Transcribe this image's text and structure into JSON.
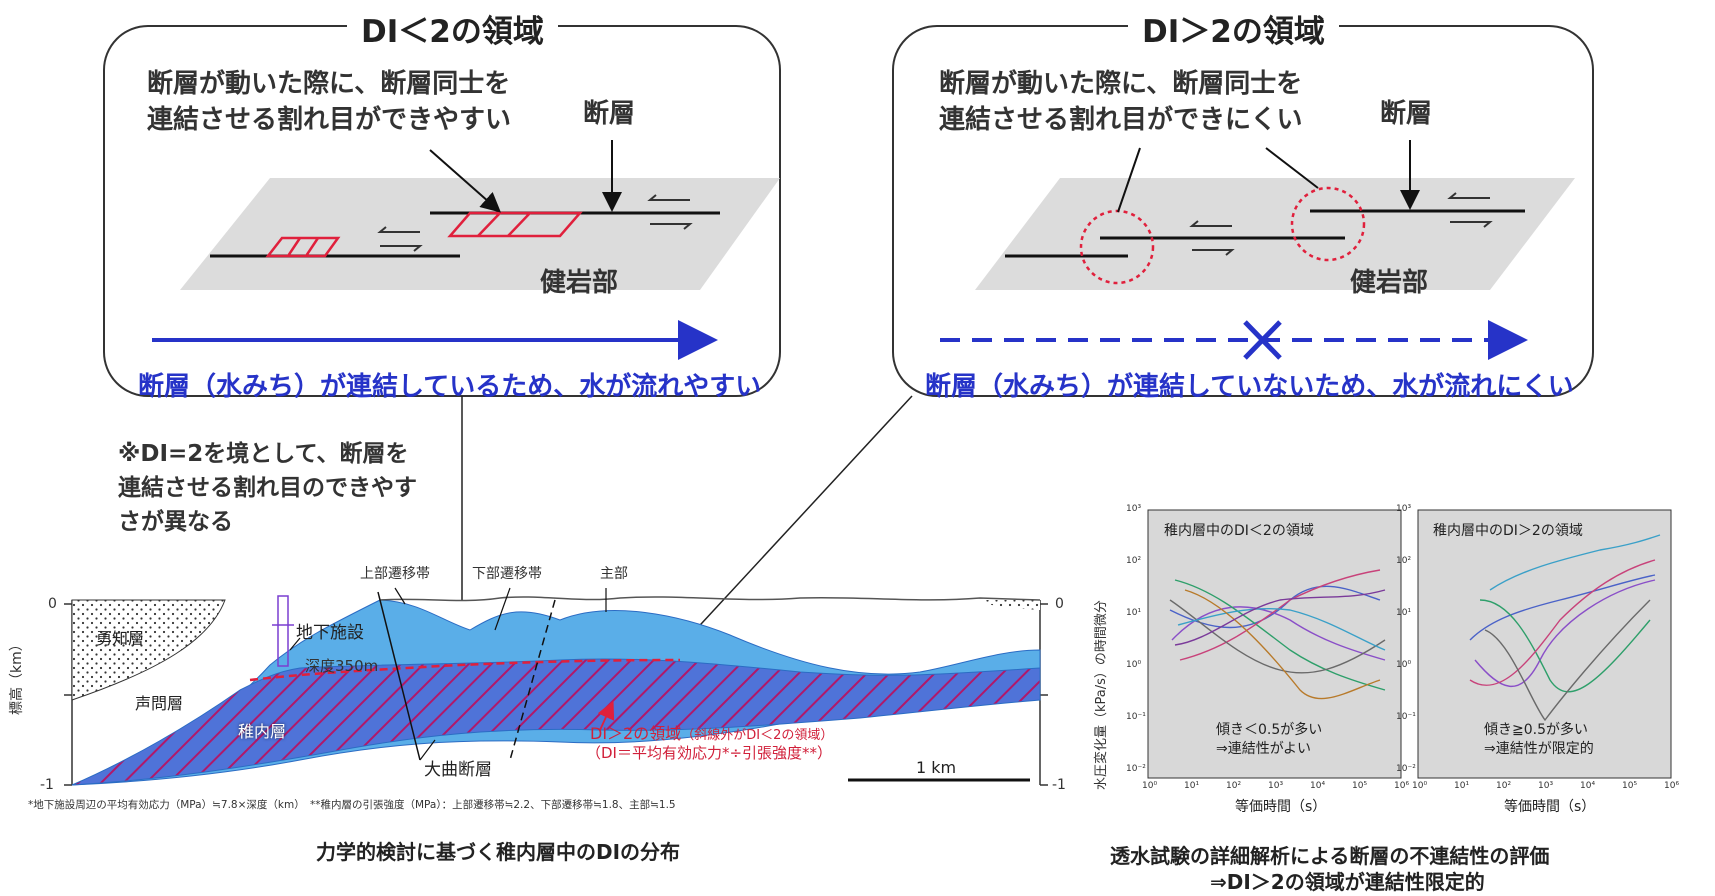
{
  "left_panel": {
    "title": "DI＜2の領域",
    "line1": "断層が動いた際に、断層同士を",
    "line2": "連結させる割れ目ができやすい",
    "fault_label": "断層",
    "rock_label": "健岩部",
    "flow_text": "断層（水みち）が連結しているため、水が流れやすい"
  },
  "right_panel": {
    "title": "DI＞2の領域",
    "line1": "断層が動いた際に、断層同士を",
    "line2": "連結させる割れ目ができにくい",
    "fault_label": "断層",
    "rock_label": "健岩部",
    "flow_text": "断層（水みち）が連結していないため、水が流れにくい"
  },
  "note": {
    "line1": "※DI=2を境として、断層を",
    "line2": "連結させる割れ目のできやす",
    "line3": "さが異なる"
  },
  "cross_section": {
    "labels": {
      "upper_transition": "上部遷移帯",
      "lower_transition": "下部遷移帯",
      "main": "主部",
      "facility": "地下施設",
      "depth": "深度350m",
      "yuchi": "勇知層",
      "koetoi": "声問層",
      "wakkanai": "稚内層",
      "omagari": "大曲断層",
      "di_region": "DI＞2の領域",
      "di_region_sub": "（斜線外がDI＜2の領域）",
      "di_formula": "（DI＝平均有効応力*÷引張強度**）",
      "scale": "1 km",
      "y_axis": "標高（km）"
    },
    "ticks": {
      "top_left": "0",
      "bottom_left": "-1",
      "top_right": "0",
      "bottom_right": "-1"
    },
    "footnote": "*地下施設周辺の平均有効応力（MPa）≒7.8×深度（km）　**稚内層の引張強度（MPa）：上部遷移帯≒2.2、下部遷移帯≒1.8、主部≒1.5",
    "caption": "力学的検討に基づく稚内層中のDIの分布"
  },
  "charts": {
    "y_axis_label": "水圧変化量（kPa/s）の時間微分",
    "x_axis_label": "等価時間（s）",
    "y_ticks": [
      "10³",
      "10²",
      "10¹",
      "10⁰",
      "10⁻¹",
      "10⁻²"
    ],
    "x_ticks": [
      "10⁰",
      "10¹",
      "10²",
      "10³",
      "10⁴",
      "10⁵",
      "10⁶"
    ],
    "left_chart": {
      "title": "稚内層中のDI＜2の領域",
      "note1": "傾き＜0.5が多い",
      "note2": "⇒連結性がよい"
    },
    "right_chart": {
      "title": "稚内層中のDI＞2の領域",
      "note1": "傾き≧0.5が多い",
      "note2": "⇒連結性が限定的"
    },
    "caption1": "透水試験の詳細解析による断層の不連結性の評価",
    "caption2": "⇒DI＞2の領域が連結性限定的"
  },
  "colors": {
    "blue_text": "#2633c8",
    "red_line": "#e0203c",
    "water_blue": "#5aaee8",
    "hatch_purple": "#9b4fc8",
    "panel_gray": "#dcdcdc",
    "chart_gray": "#d8d8d8"
  }
}
